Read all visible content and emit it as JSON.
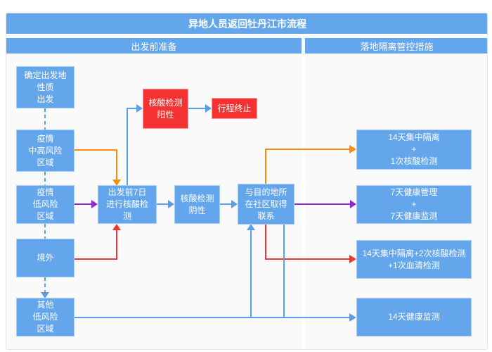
{
  "title": "异地人员返回牡丹江市流程",
  "headers": {
    "left": "出发前准备",
    "right": "落地隔离管控措施"
  },
  "palette": {
    "box_blue": "#63a6ec",
    "box_red": "#f53232",
    "line_blue": "#5b9ee8",
    "line_orange": "#ff8a05",
    "line_purple": "#9128d8",
    "line_red": "#f53232",
    "text_white": "#ffffff",
    "background": "#fafafa"
  },
  "nodes": {
    "origin": {
      "lines": [
        "确定出发地",
        "性质",
        "出发"
      ]
    },
    "mid_high_risk": {
      "lines": [
        "疫情",
        "中高风险",
        "区域"
      ]
    },
    "low_risk": {
      "lines": [
        "疫情",
        "低风险",
        "区域"
      ]
    },
    "overseas": {
      "lines": [
        "境外"
      ]
    },
    "other_low_risk": {
      "lines": [
        "其他",
        "低风险",
        "区域"
      ]
    },
    "test_before_departure": {
      "lines": [
        "出发前7日",
        "进行核酸检",
        "测"
      ]
    },
    "test_negative": {
      "lines": [
        "核酸检测",
        "阴性"
      ]
    },
    "test_positive": {
      "lines": [
        "核酸检测",
        "阳性"
      ]
    },
    "trip_terminated": {
      "lines": [
        "行程终止"
      ]
    },
    "contact_community": {
      "lines": [
        "与目的地所",
        "在社区取得",
        "联系"
      ]
    },
    "measure_midhigh": {
      "lines": [
        "14天集中隔离",
        "+",
        "1次核酸检测"
      ]
    },
    "measure_lowrisk": {
      "lines": [
        "7天健康管理",
        "+",
        "7天健康监测"
      ]
    },
    "measure_overseas": {
      "lines": [
        "14天集中隔离+2次核酸检测",
        "+1次血清检测"
      ]
    },
    "measure_other": {
      "lines": [
        "14天健康监测"
      ]
    }
  }
}
